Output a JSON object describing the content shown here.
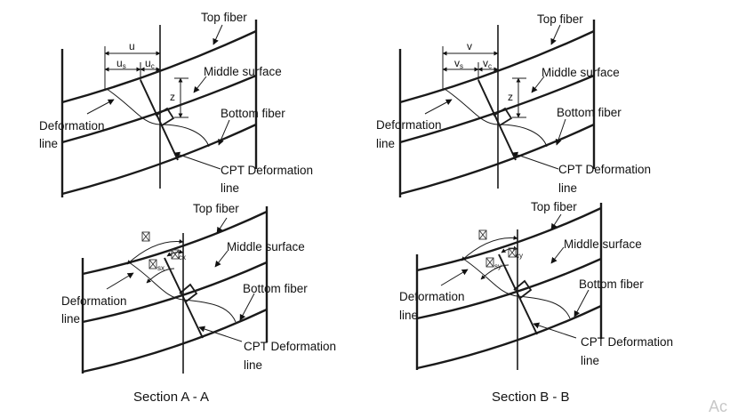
{
  "panels": [
    {
      "id": "A-A",
      "top_label": "Top fiber",
      "middle_label": "Middle surface",
      "bottom_label": "Bottom fiber",
      "deformation_line_1": "Deformation",
      "deformation_line_2": "line",
      "cpt_line_1": "CPT Deformation",
      "cpt_line_2": "line",
      "dim_total": "u",
      "dim_s": "u",
      "dim_s_sub": "s",
      "dim_c": "u",
      "dim_c_sub": "c",
      "dim_z": "z"
    },
    {
      "id": "B-B",
      "top_label": "Top fiber",
      "middle_label": "Middle surface",
      "bottom_label": "Bottom fiber",
      "deformation_line_1": "Deformation",
      "deformation_line_2": "line",
      "cpt_line_1": "CPT Deformation",
      "cpt_line_2": "line",
      "dim_total": "v",
      "dim_s": "v",
      "dim_s_sub": "s",
      "dim_c": "v",
      "dim_c_sub": "c",
      "dim_z": "z"
    },
    {
      "id": "A-A-rot",
      "top_label": "Top fiber",
      "middle_label": "Middle surface",
      "bottom_label": "Bottom fiber",
      "deformation_line_1": "Deformation",
      "deformation_line_2": "line",
      "cpt_line_1": "CPT Deformation",
      "cpt_line_2": "line",
      "sym_sub_s": "sx",
      "sym_sub_c": "cx"
    },
    {
      "id": "B-B-rot",
      "top_label": "Top fiber",
      "middle_label": "Middle surface",
      "bottom_label": "Bottom fiber",
      "deformation_line_1": "Deformation",
      "deformation_line_2": "line",
      "cpt_line_1": "CPT Deformation",
      "cpt_line_2": "line",
      "sym_sub_s": "sy",
      "sym_sub_c": "cy"
    }
  ],
  "captions": {
    "left": "Section A - A",
    "right": "Section B - B"
  },
  "watermark": "Ac"
}
